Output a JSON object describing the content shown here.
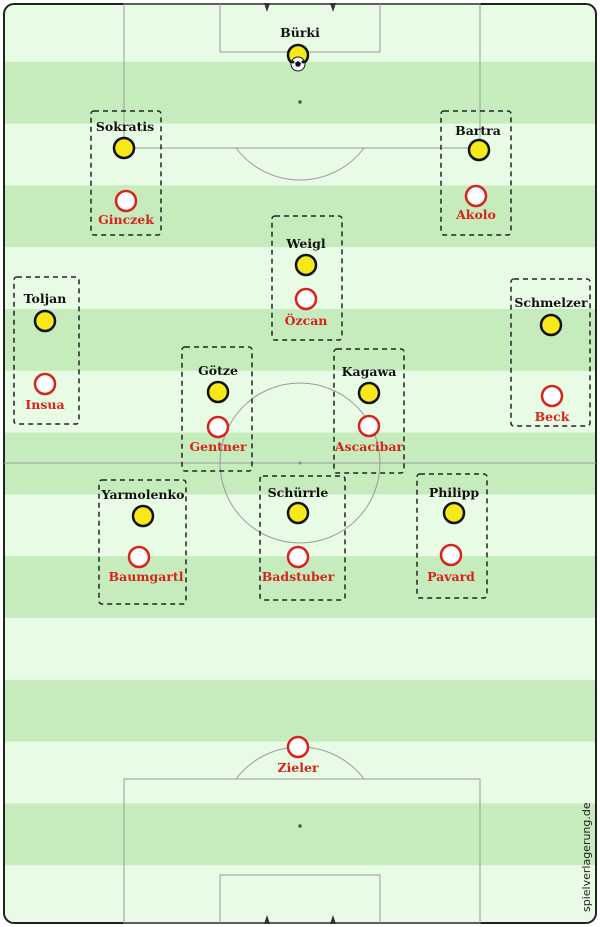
{
  "watermark": "spielverlagerung.de",
  "colors": {
    "stripe_light": "#e8fbe5",
    "stripe_dark": "#c6ecbd",
    "line": "#9a9a9a",
    "home_fill": "#f7e81a",
    "home_stroke": "#111111",
    "away_fill": "#ffffff",
    "away_stroke": "#d8231a"
  },
  "players": {
    "burki": "Bürki",
    "sokratis": "Sokratis",
    "bartra": "Bartra",
    "ginczek": "Ginczek",
    "akolo": "Akolo",
    "weigl": "Weigl",
    "ozcan": "Özcan",
    "toljan": "Toljan",
    "insua": "Insua",
    "schmelzer": "Schmelzer",
    "beck": "Beck",
    "gotze": "Götze",
    "gentner": "Gentner",
    "kagawa": "Kagawa",
    "ascacibar": "Ascacibar",
    "yarmolenko": "Yarmolenko",
    "baumgartl": "Baumgartl",
    "schurrle": "Schürrle",
    "badstuber": "Badstuber",
    "philipp": "Philipp",
    "pavard": "Pavard",
    "zieler": "Zieler"
  }
}
